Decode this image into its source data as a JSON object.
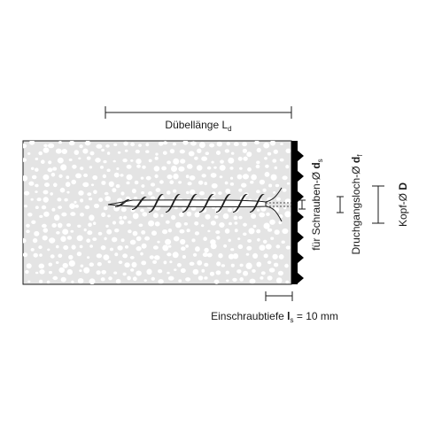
{
  "labels": {
    "dowel_length": {
      "text": "Dübellänge L",
      "sub": "d"
    },
    "screw_diameter": {
      "text": "für Schrauben-Ø ",
      "bold": "d",
      "sub": "s"
    },
    "through_hole": {
      "text": "Druchgangsloch-Ø ",
      "bold": "d",
      "sub": "f"
    },
    "head_diameter": {
      "text": "Kopf-Ø ",
      "bold": "D"
    },
    "screw_in_depth": {
      "text": "Einschraubtiefe ",
      "bold": "l",
      "sub": "s",
      "suffix": " = 10 mm"
    }
  },
  "colors": {
    "block_fill": "#e4e4e4",
    "dots": "#ffffff",
    "lines": "#1a1a1a",
    "seal": "#000000"
  }
}
